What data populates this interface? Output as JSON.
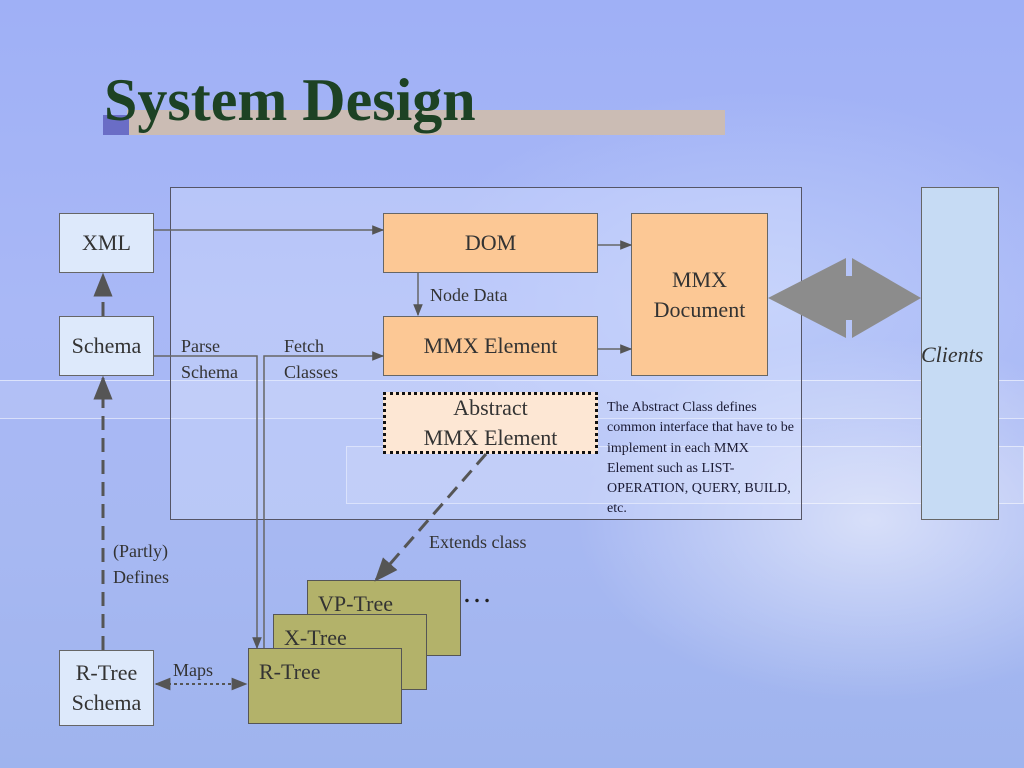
{
  "slide": {
    "title": "System Design"
  },
  "diagram": {
    "xml": "XML",
    "schema": "Schema",
    "rtree_schema_line1": "R-Tree",
    "rtree_schema_line2": "Schema",
    "dom": "DOM",
    "mmx_element": "MMX Element",
    "mmx_document_line1": "MMX",
    "mmx_document_line2": "Document",
    "abstract_line1": "Abstract",
    "abstract_line2": "MMX Element",
    "clients": "Clients",
    "vp_tree": "VP-Tree",
    "x_tree": "X-Tree",
    "r_tree": "R-Tree",
    "ellipsis": "…",
    "node_data": "Node Data",
    "parse_line1": "Parse",
    "parse_line2": "Schema",
    "fetch_line1": "Fetch",
    "fetch_line2": "Classes",
    "partly_line1": "(Partly)",
    "partly_line2": "Defines",
    "maps": "Maps",
    "extends_class": "Extends class",
    "note": "The Abstract Class defines common interface that have to be implement in each MMX Element such as LIST-OPERATION, QUERY, BUILD, etc."
  },
  "colors": {
    "title": "#1d4224",
    "blue_box": "#dde9fb",
    "orange_box": "#fcc895",
    "olive_box": "#b3b26a",
    "connector": "#888888"
  }
}
